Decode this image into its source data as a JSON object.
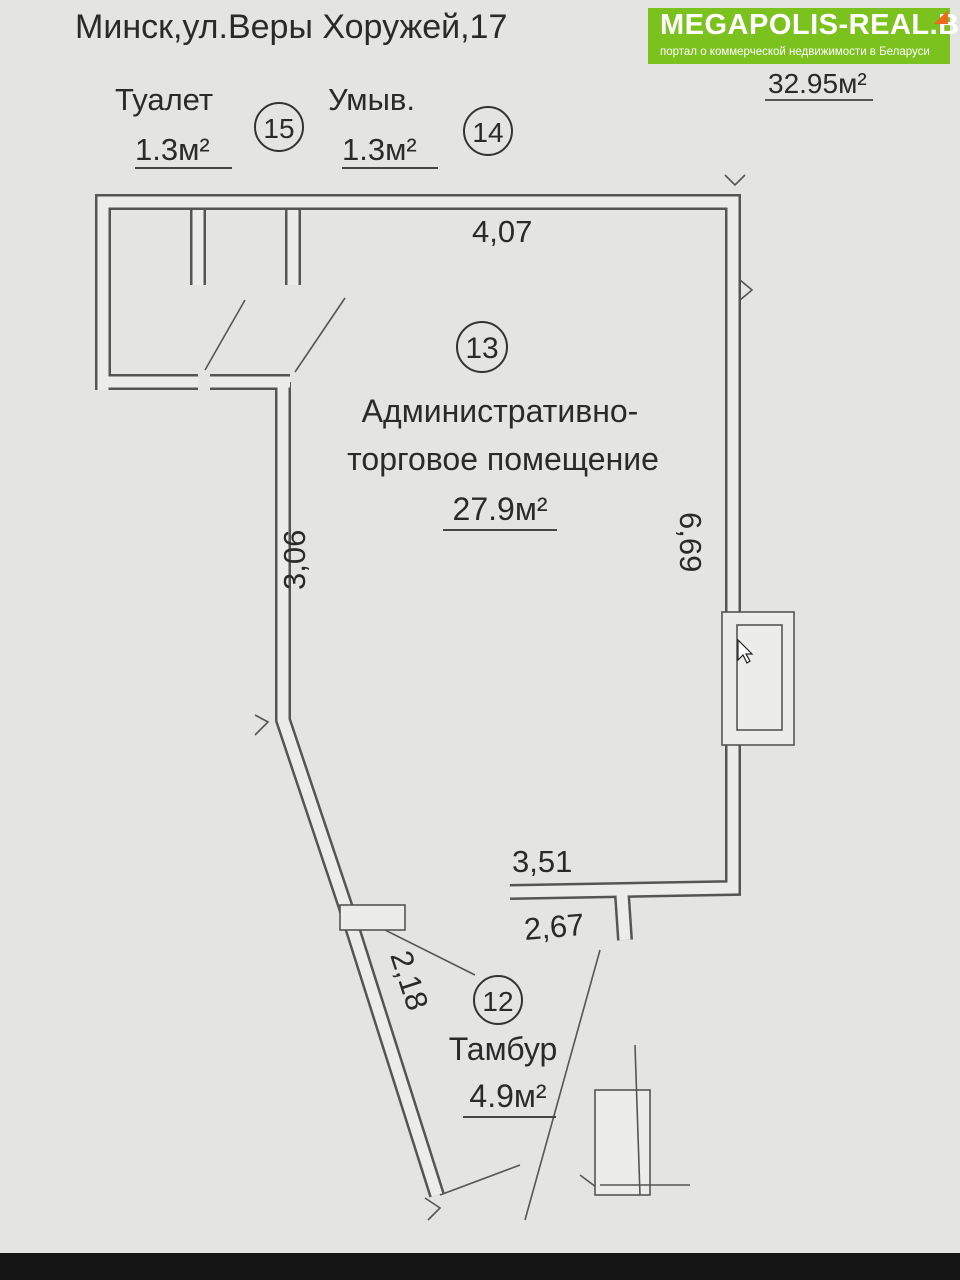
{
  "title": "Минск,ул.Веры Хоружей,17",
  "watermark": {
    "name": "MEGAPOLIS-REAL.BY",
    "tagline": "портал о коммерческой недвижимости в Беларуси",
    "color": "#7cc21e",
    "accent": "#ef6a1b"
  },
  "total_area": "32.95м²",
  "rooms": [
    {
      "number": "15",
      "name": "Туалет",
      "area": "1.3м²"
    },
    {
      "number": "14",
      "name": "Умыв.",
      "area": "1.3м²"
    },
    {
      "number": "13",
      "name_line1": "Административно-",
      "name_line2": "торговое помещение",
      "area": "27.9м²"
    },
    {
      "number": "12",
      "name": "Тамбур",
      "area": "4.9м²"
    }
  ],
  "dimensions": {
    "top": "4,07",
    "left": "3,06",
    "right": "6,69",
    "bottom": "3,51",
    "vestibule_width": "2,67",
    "vestibule_side": "2,18"
  }
}
